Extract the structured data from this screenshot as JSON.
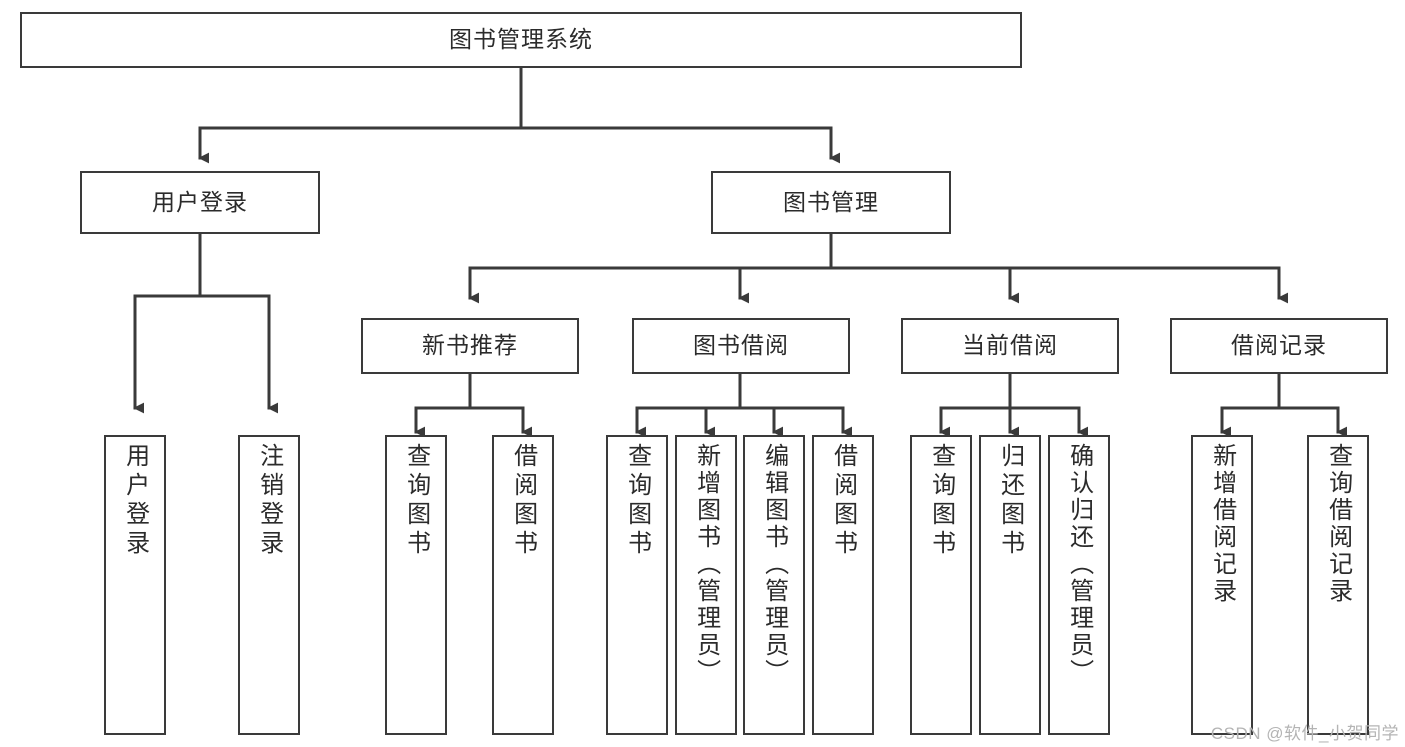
{
  "diagram": {
    "type": "tree-hierarchy-chart",
    "title": "图书管理系统",
    "watermark": "CSDN @软件_小贺同学",
    "colors": {
      "stroke": "#3a3a3a",
      "text": "#2b2b2b",
      "background": "#ffffff",
      "watermark": "#b4b4b4"
    },
    "root": {
      "label": "图书管理系统"
    },
    "level2": [
      {
        "id": "user-login",
        "label": "用户登录"
      },
      {
        "id": "book-management",
        "label": "图书管理"
      }
    ],
    "level3": [
      {
        "id": "new-book-recommend",
        "label": "新书推荐"
      },
      {
        "id": "book-borrow",
        "label": "图书借阅"
      },
      {
        "id": "current-borrow",
        "label": "当前借阅"
      },
      {
        "id": "borrow-record",
        "label": "借阅记录"
      }
    ],
    "leaves": {
      "user_login": [
        {
          "id": "leaf-user-login",
          "label": "用户登录"
        },
        {
          "id": "leaf-logout-login",
          "label": "注销登录"
        }
      ],
      "new_book_recommend": [
        {
          "id": "leaf-query-book-1",
          "label": "查询图书"
        },
        {
          "id": "leaf-borrow-book-1",
          "label": "借阅图书"
        }
      ],
      "book_borrow": [
        {
          "id": "leaf-query-book-2",
          "label": "查询图书"
        },
        {
          "id": "leaf-add-book",
          "label": "新增图书（管理员）"
        },
        {
          "id": "leaf-edit-book",
          "label": "编辑图书（管理员）"
        },
        {
          "id": "leaf-borrow-book-2",
          "label": "借阅图书"
        }
      ],
      "current_borrow": [
        {
          "id": "leaf-query-book-3",
          "label": "查询图书"
        },
        {
          "id": "leaf-return-book",
          "label": "归还图书"
        },
        {
          "id": "leaf-confirm-return",
          "label": "确认归还（管理员）"
        }
      ],
      "borrow_record": [
        {
          "id": "leaf-add-record",
          "label": "新增借阅记录"
        },
        {
          "id": "leaf-query-record",
          "label": "查询借阅记录"
        }
      ]
    }
  }
}
